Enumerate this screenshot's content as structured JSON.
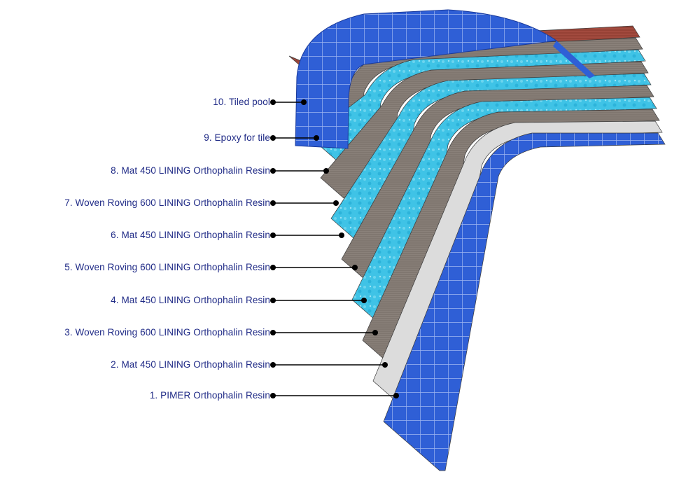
{
  "layers": [
    {
      "label": "10. Tiled pool"
    },
    {
      "label": "9. Epoxy for tile"
    },
    {
      "label": "8. Mat 450 LINING Orthophalin Resin"
    },
    {
      "label": "7. Woven Roving 600 LINING Orthophalin Resin"
    },
    {
      "label": "6. Mat 450 LINING Orthophalin Resin"
    },
    {
      "label": "5. Woven Roving 600 LINING Orthophalin Resin"
    },
    {
      "label": "4. Mat 450 LINING Orthophalin Resin"
    },
    {
      "label": "3. Woven Roving 600 LINING Orthophalin Resin"
    },
    {
      "label": "2. Mat 450 LINING Orthophalin Resin"
    },
    {
      "label": "1. PIMER Orthophalin Resin"
    }
  ],
  "colors": {
    "label_text": "#1f2a86",
    "leader_line": "#000000",
    "tile": "#2f5fd6",
    "tile_grout": "#9db5f0",
    "epoxy": "#dcdcdc",
    "mat": "#8a817a",
    "woven": "#3fc3e6",
    "primer": "#a24a3e"
  }
}
